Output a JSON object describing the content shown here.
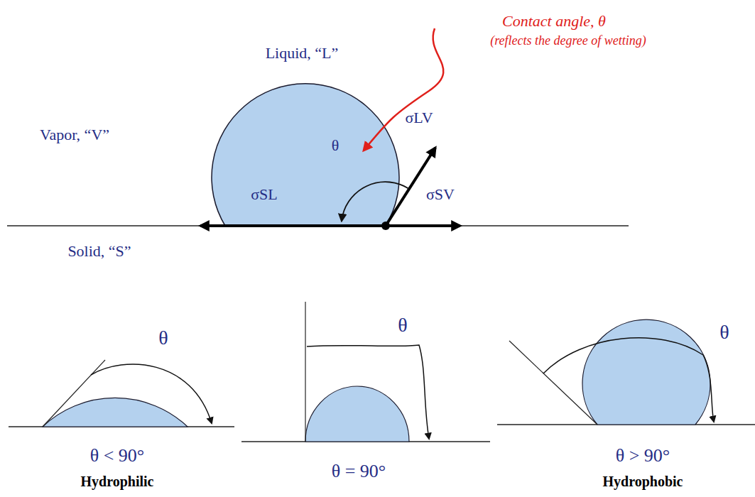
{
  "diagram": {
    "labels": [
      "Contact angle, θ",
      "(reflects the degree of wetting)",
      "Liquid, “L”",
      "Vapor, “V”",
      "θ",
      "σLV",
      "σSL",
      "σSV",
      "Solid, “S”",
      "θ",
      "θ",
      "θ",
      "θ < 90°",
      "Hydrophilic",
      "θ = 90°",
      "θ > 90°",
      "Hydrophobic"
    ]
  }
}
